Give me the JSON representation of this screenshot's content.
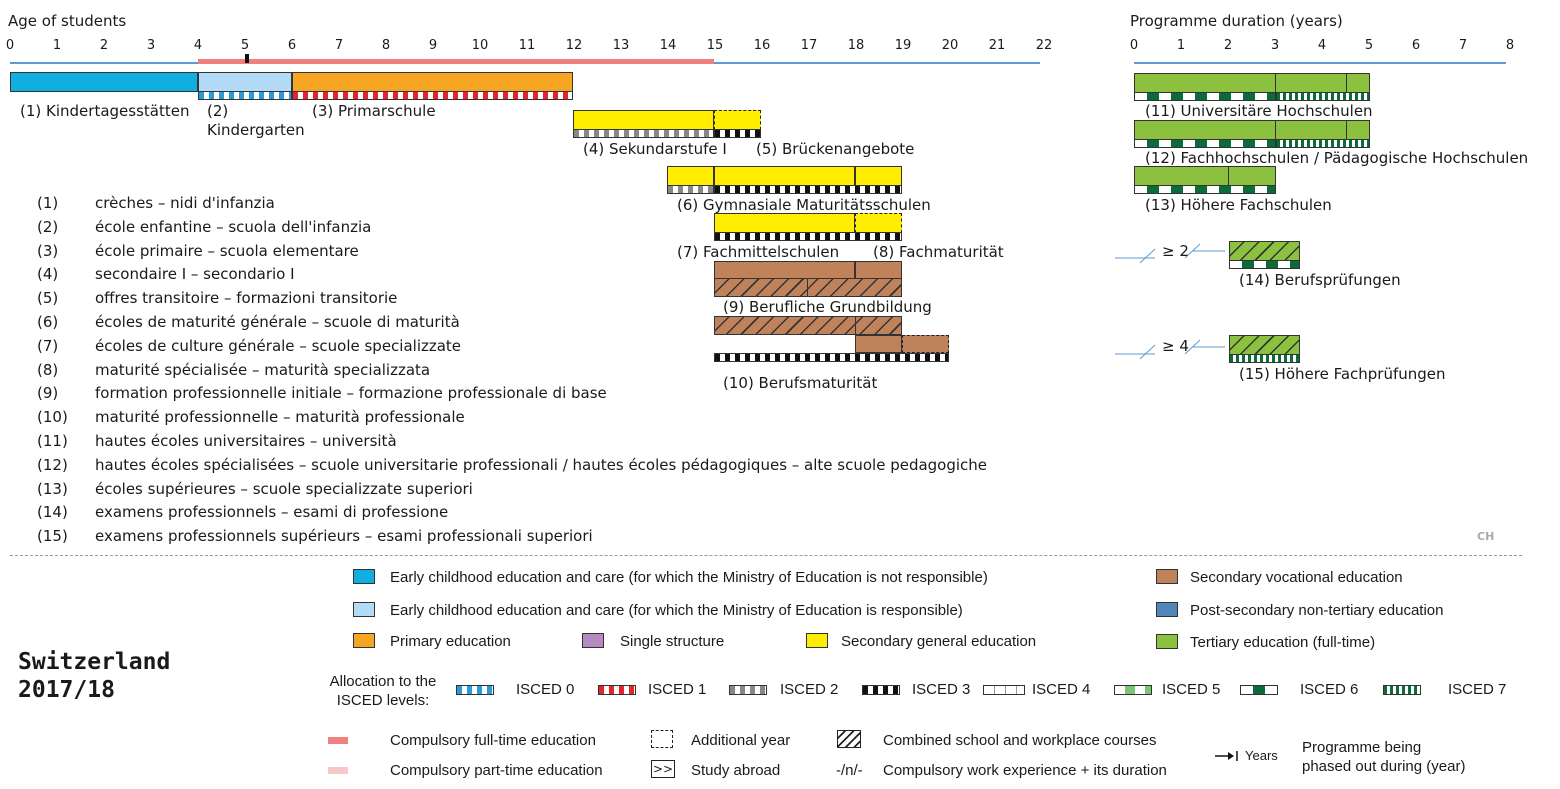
{
  "header": {
    "age_title": "Age of students",
    "duration_title": "Programme duration (years)"
  },
  "age_ticks": [
    "0",
    "1",
    "2",
    "3",
    "4",
    "5",
    "6",
    "7",
    "8",
    "9",
    "10",
    "11",
    "12",
    "13",
    "14",
    "15",
    "16",
    "17",
    "18",
    "19",
    "20",
    "21",
    "22"
  ],
  "duration_ticks": [
    "0",
    "1",
    "2",
    "3",
    "4",
    "5",
    "6",
    "7",
    "8"
  ],
  "programmes": {
    "p1": "(1) Kindertagesstätten",
    "p2a": "(2)",
    "p2b": "Kindergarten",
    "p3": "(3) Primarschule",
    "p4": "(4) Sekundarstufe I",
    "p5": "(5) Brückenangebote",
    "p6": "(6) Gymnasiale Maturitätsschulen",
    "p7": "(7) Fachmittelschulen",
    "p8": "(8) Fachmaturität",
    "p9": "(9) Berufliche Grundbildung",
    "p10": "(10) Berufsmaturität",
    "p11": "(11) Universitäre Hochschulen",
    "p12": "(12) Fachhochschulen / Pädagogische Hochschulen",
    "p13": "(13) Höhere Fachschulen",
    "p14": "(14) Berufsprüfungen",
    "p15": "(15) Höhere Fachprüfungen",
    "exp14": "≥ 2",
    "exp15": "≥ 4"
  },
  "translations": [
    {
      "num": "(1)",
      "text": "crèches – nidi d'infanzia"
    },
    {
      "num": "(2)",
      "text": "école enfantine – scuola dell'infanzia"
    },
    {
      "num": "(3)",
      "text": "école primaire – scuola elementare"
    },
    {
      "num": "(4)",
      "text": "secondaire I  –  secondario I"
    },
    {
      "num": "(5)",
      "text": "offres transitoire – formazioni transitorie"
    },
    {
      "num": "(6)",
      "text": "écoles de maturité générale – scuole di maturità"
    },
    {
      "num": "(7)",
      "text": "écoles de culture générale – scuole specializzate"
    },
    {
      "num": "(8)",
      "text": "maturité spécialisée – maturità specializzata"
    },
    {
      "num": "(9)",
      "text": "formation professionnelle initiale – formazione professionale di base"
    },
    {
      "num": "(10)",
      "text": "maturité professionnelle –  maturità professionale"
    },
    {
      "num": "(11)",
      "text": "hautes écoles universitaires – università"
    },
    {
      "num": "(12)",
      "text": "hautes écoles spécialisées – scuole universitarie professionali / hautes écoles pédagogiques –  alte scuole pedagogiche"
    },
    {
      "num": "(13)",
      "text": "écoles supérieures – scuole specializzate superiori"
    },
    {
      "num": "(14)",
      "text": "examens professionnels – esami di professione"
    },
    {
      "num": "(15)",
      "text": "examens professionnels supérieurs – esami professionali superiori"
    }
  ],
  "country_code": "CH",
  "country": {
    "name": "Switzerland",
    "year": "2017/18"
  },
  "legend": {
    "ecec_nr": "Early childhood education and care (for which the Ministry of Education is not responsible)",
    "ecec_r": "Early childhood education and care (for which the Ministry of Education is responsible)",
    "primary": "Primary education",
    "single": "Single structure",
    "secgen": "Secondary general education",
    "secvoc": "Secondary vocational education",
    "postsec": "Post-secondary non-tertiary education",
    "tertiary": "Tertiary education (full-time)",
    "alloc1": "Allocation to the",
    "alloc2": "ISCED levels:",
    "isced": [
      "ISCED 0",
      "ISCED 1",
      "ISCED 2",
      "ISCED 3",
      "ISCED 4",
      "ISCED 5",
      "ISCED 6",
      "ISCED 7"
    ],
    "comp_full": "Compulsory full-time education",
    "comp_part": "Compulsory part-time education",
    "add_year": "Additional year",
    "study_abroad_sym": ">>",
    "study_abroad": "Study abroad",
    "combined": "Combined school and workplace courses",
    "work_sym": "-/n/-",
    "work": "Compulsory work experience + its duration",
    "years": "Years",
    "phased1": "Programme being",
    "phased2": "phased out during (year)"
  },
  "colors": {
    "ecec_nr": "#11aee2",
    "ecec_r": "#b3daf7",
    "primary": "#f6a623",
    "single": "#b48ac0",
    "secgen": "#ffee00",
    "secvoc": "#c0825a",
    "postsec": "#4f88b8",
    "tertiary": "#8cc13f",
    "compulsory_full": "#f08080",
    "compulsory_part": "#f6c8c8",
    "axis": "#5b9bd5"
  }
}
